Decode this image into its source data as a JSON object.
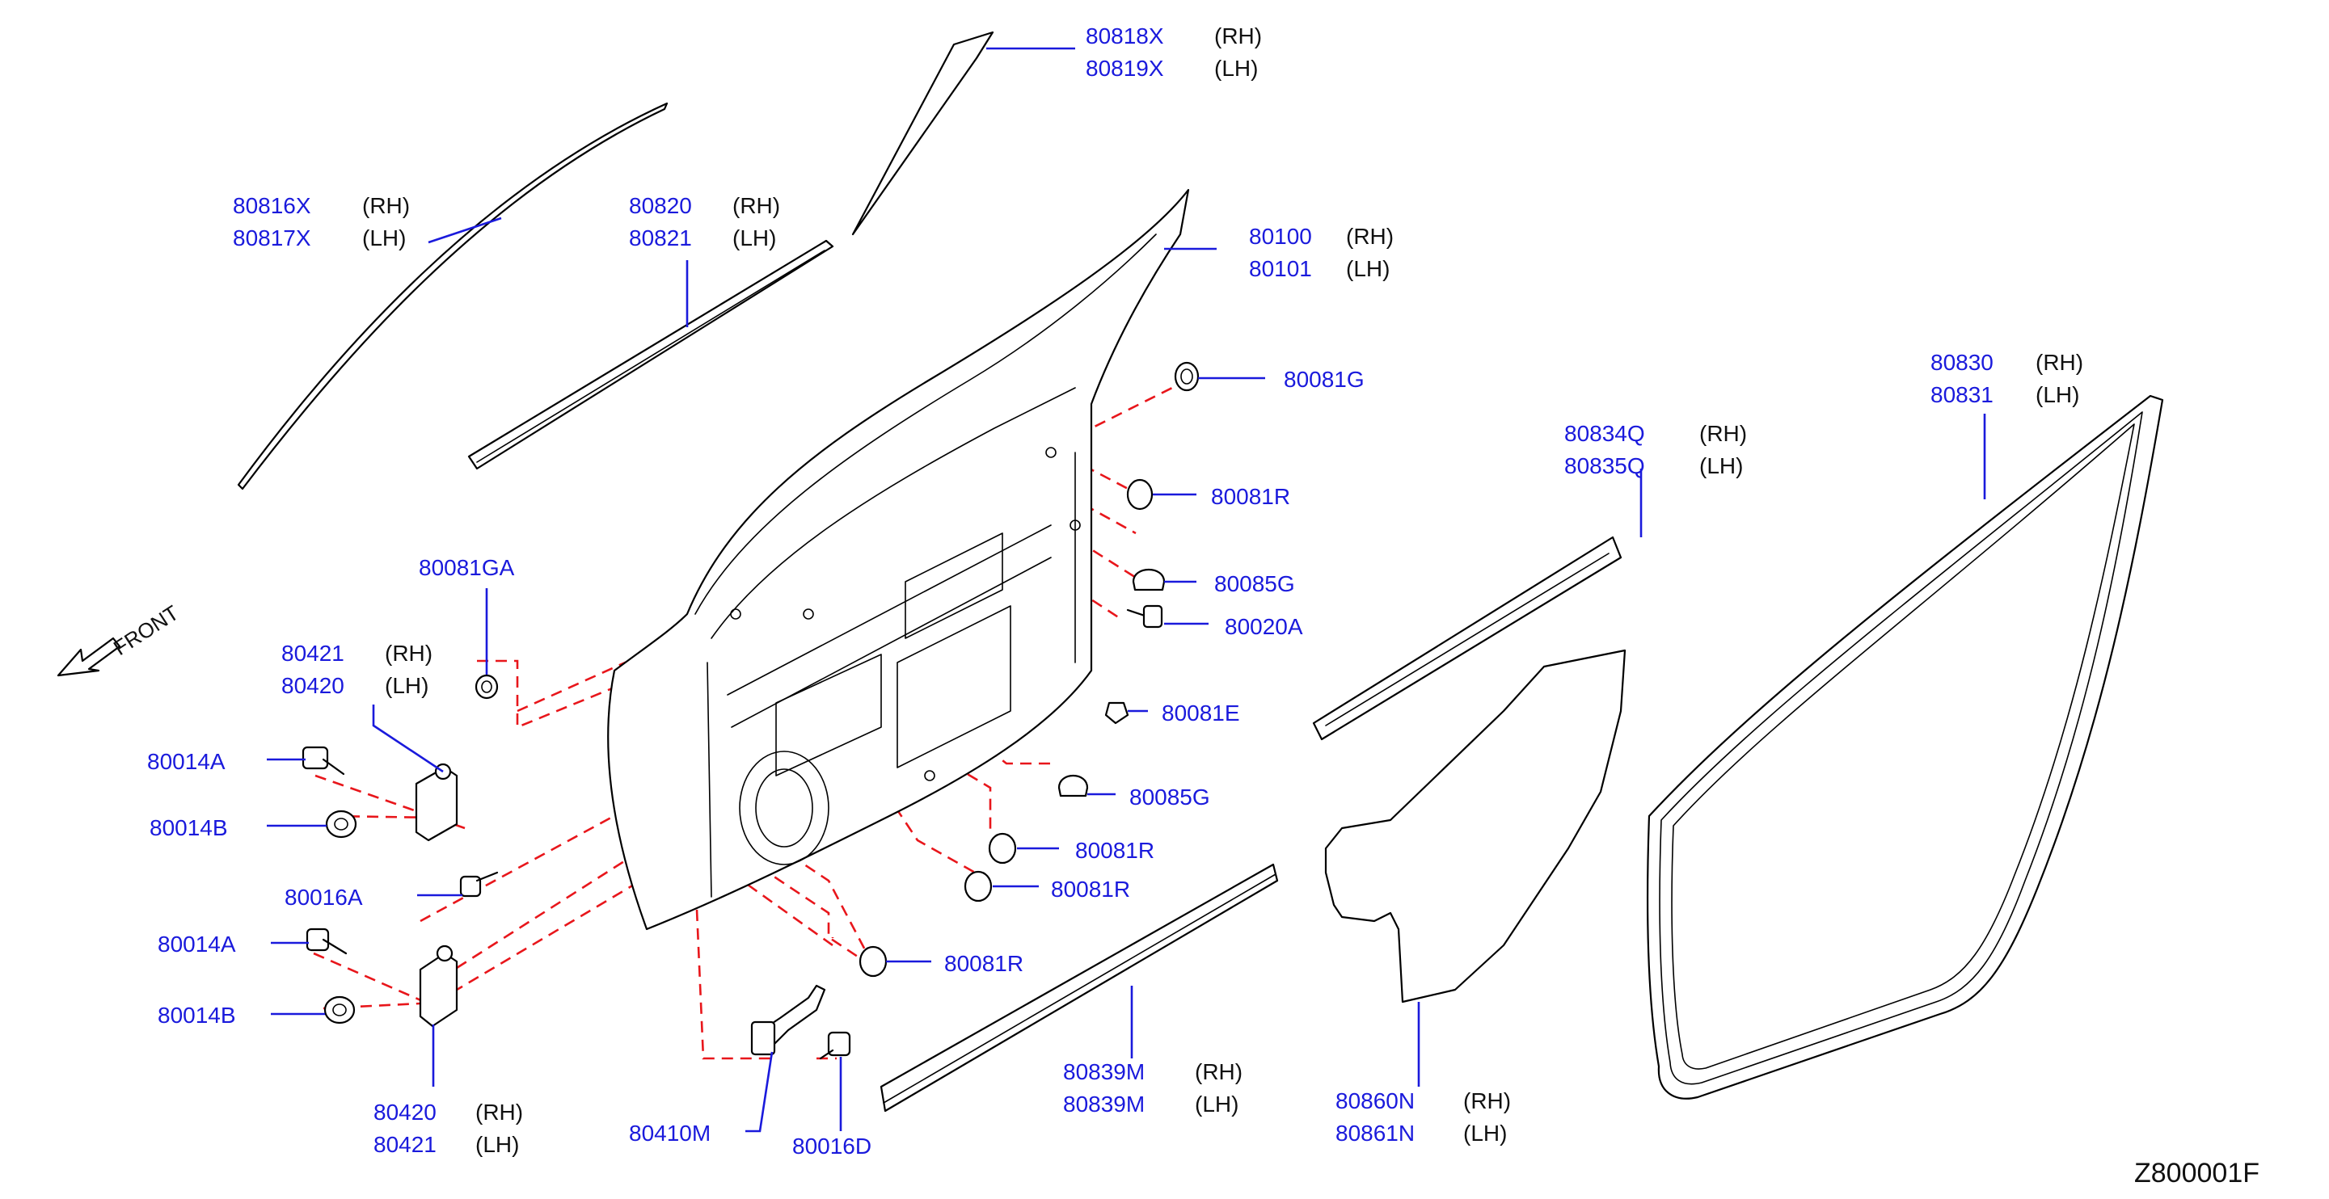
{
  "colors": {
    "part_number": "#1a1adc",
    "leader_line": "#1a1adc",
    "dashed_line": "#e8161b",
    "drawing": "#000000",
    "background": "#ffffff"
  },
  "reference_code": "Z800001F",
  "front_label": "FRONT",
  "callouts": [
    {
      "id": "roof-moulding",
      "numbers": [
        "80816X",
        "80817X"
      ],
      "sides": [
        "(RH)",
        "(LH)"
      ]
    },
    {
      "id": "outside-weatherstrip",
      "numbers": [
        "80820",
        "80821"
      ],
      "sides": [
        "(RH)",
        "(LH)"
      ]
    },
    {
      "id": "sash-garnish",
      "numbers": [
        "80818X",
        "80819X"
      ],
      "sides": [
        "(RH)",
        "(LH)"
      ]
    },
    {
      "id": "door-panel",
      "numbers": [
        "80100",
        "80101"
      ],
      "sides": [
        "(RH)",
        "(LH)"
      ]
    },
    {
      "id": "plug-g",
      "numbers": [
        "80081G"
      ],
      "sides": []
    },
    {
      "id": "plug-r1",
      "numbers": [
        "80081R"
      ],
      "sides": []
    },
    {
      "id": "bumper-g1",
      "numbers": [
        "80085G"
      ],
      "sides": []
    },
    {
      "id": "bolt-20a",
      "numbers": [
        "80020A"
      ],
      "sides": []
    },
    {
      "id": "clip-e",
      "numbers": [
        "80081E"
      ],
      "sides": []
    },
    {
      "id": "bumper-g2",
      "numbers": [
        "80085G"
      ],
      "sides": []
    },
    {
      "id": "plug-r2",
      "numbers": [
        "80081R"
      ],
      "sides": []
    },
    {
      "id": "plug-r3",
      "numbers": [
        "80081R"
      ],
      "sides": []
    },
    {
      "id": "plug-r4",
      "numbers": [
        "80081R"
      ],
      "sides": []
    },
    {
      "id": "plug-ga",
      "numbers": [
        "80081GA"
      ],
      "sides": []
    },
    {
      "id": "upper-hinge",
      "numbers": [
        "80421",
        "80420"
      ],
      "sides": [
        "(RH)",
        "(LH)"
      ]
    },
    {
      "id": "bolt-14a-upper",
      "numbers": [
        "80014A"
      ],
      "sides": []
    },
    {
      "id": "nut-14b-upper",
      "numbers": [
        "80014B"
      ],
      "sides": []
    },
    {
      "id": "bolt-16a",
      "numbers": [
        "80016A"
      ],
      "sides": []
    },
    {
      "id": "bolt-14a-lower",
      "numbers": [
        "80014A"
      ],
      "sides": []
    },
    {
      "id": "nut-14b-lower",
      "numbers": [
        "80014B"
      ],
      "sides": []
    },
    {
      "id": "lower-hinge",
      "numbers": [
        "80420",
        "80421"
      ],
      "sides": [
        "(RH)",
        "(LH)"
      ]
    },
    {
      "id": "door-check",
      "numbers": [
        "80410M"
      ],
      "sides": []
    },
    {
      "id": "bolt-16d",
      "numbers": [
        "80016D"
      ],
      "sides": []
    },
    {
      "id": "lower-moulding",
      "numbers": [
        "80839M",
        "80839M"
      ],
      "sides": [
        "(RH)",
        "(LH)"
      ]
    },
    {
      "id": "sealing-screen",
      "numbers": [
        "80860N",
        "80861N"
      ],
      "sides": [
        "(RH)",
        "(LH)"
      ]
    },
    {
      "id": "belt-weatherstrip",
      "numbers": [
        "80834Q",
        "80835Q"
      ],
      "sides": [
        "(RH)",
        "(LH)"
      ]
    },
    {
      "id": "door-weatherstrip",
      "numbers": [
        "80830",
        "80831"
      ],
      "sides": [
        "(RH)",
        "(LH)"
      ]
    }
  ]
}
